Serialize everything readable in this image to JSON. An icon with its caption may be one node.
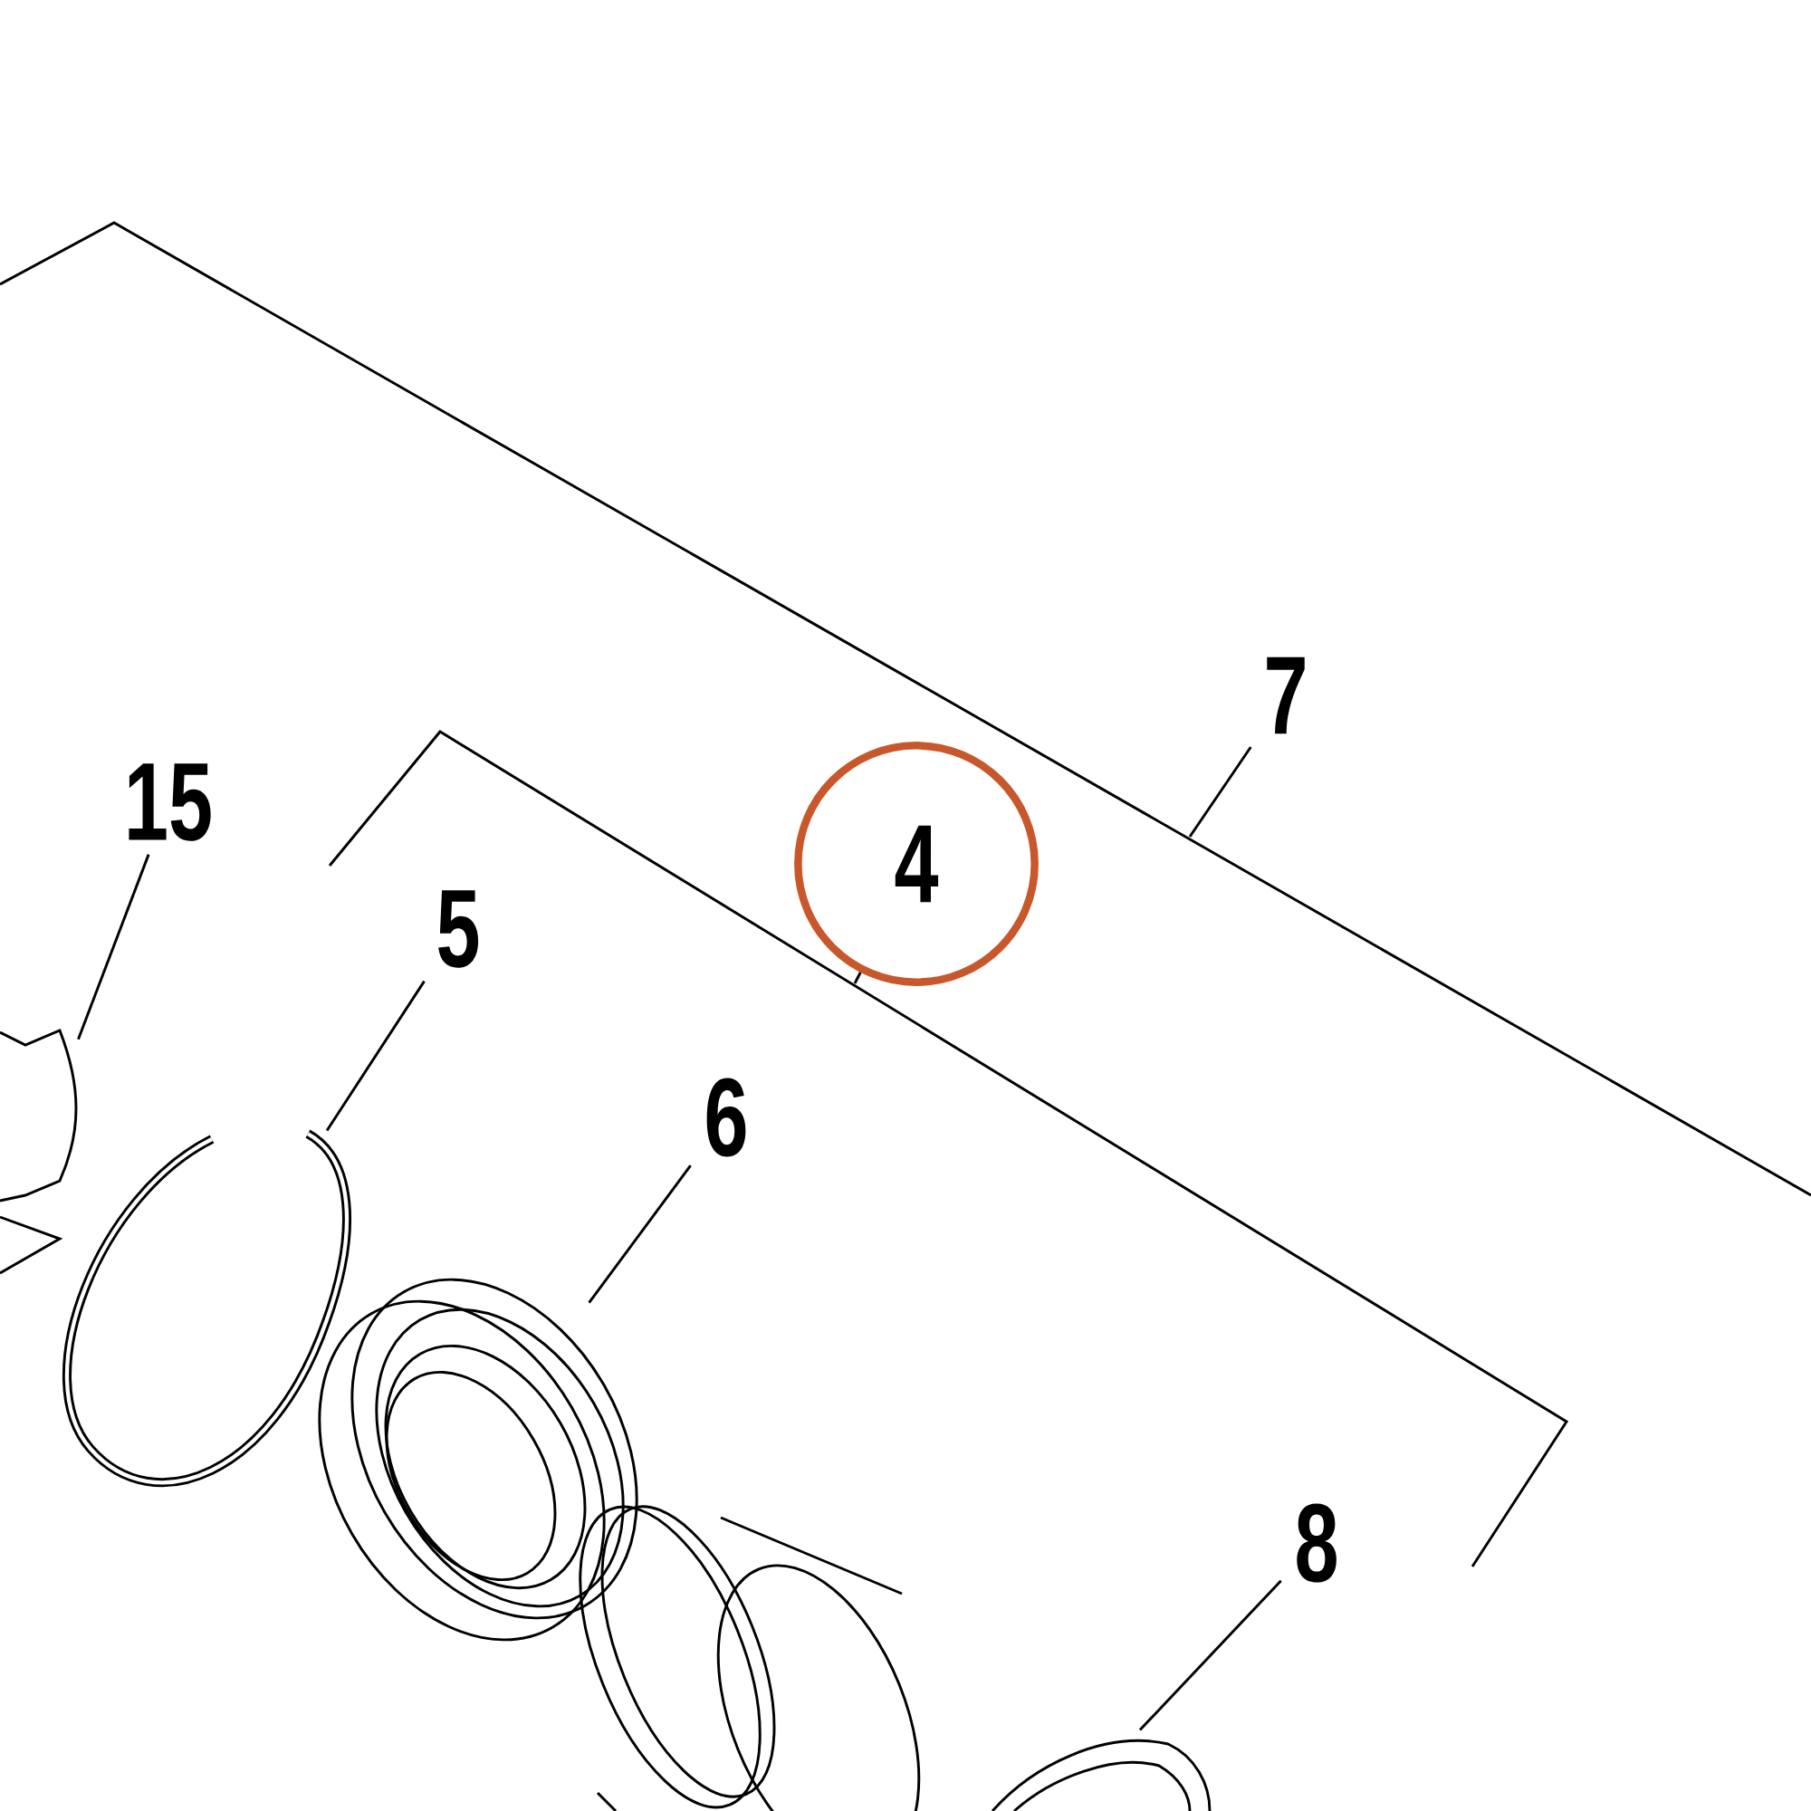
{
  "diagram": {
    "nodes": [
      {
        "text": [
          "15"
        ]
      },
      {
        "text": [],
        "shape": "picture"
      },
      {
        "text": [
          "5"
        ]
      },
      {
        "text": [],
        "shape": "picture"
      },
      {
        "text": [
          "6"
        ]
      },
      {
        "text": [],
        "shape": "picture"
      },
      {
        "text": [
          "4"
        ]
      },
      {
        "text": [
          "7"
        ]
      },
      {
        "text": [
          "8"
        ]
      },
      {
        "text": [],
        "shape": "picture"
      }
    ],
    "edges": [
      {
        "from": 0,
        "to": 1,
        "arrow": "none"
      },
      {
        "from": 2,
        "to": 3,
        "arrow": "none"
      },
      {
        "from": 4,
        "to": 5,
        "arrow": "none"
      },
      {
        "from": 6,
        "to": null,
        "arrow": "none"
      },
      {
        "from": 7,
        "to": null,
        "arrow": "none"
      },
      {
        "from": 8,
        "to": 9,
        "arrow": "none"
      }
    ]
  }
}
